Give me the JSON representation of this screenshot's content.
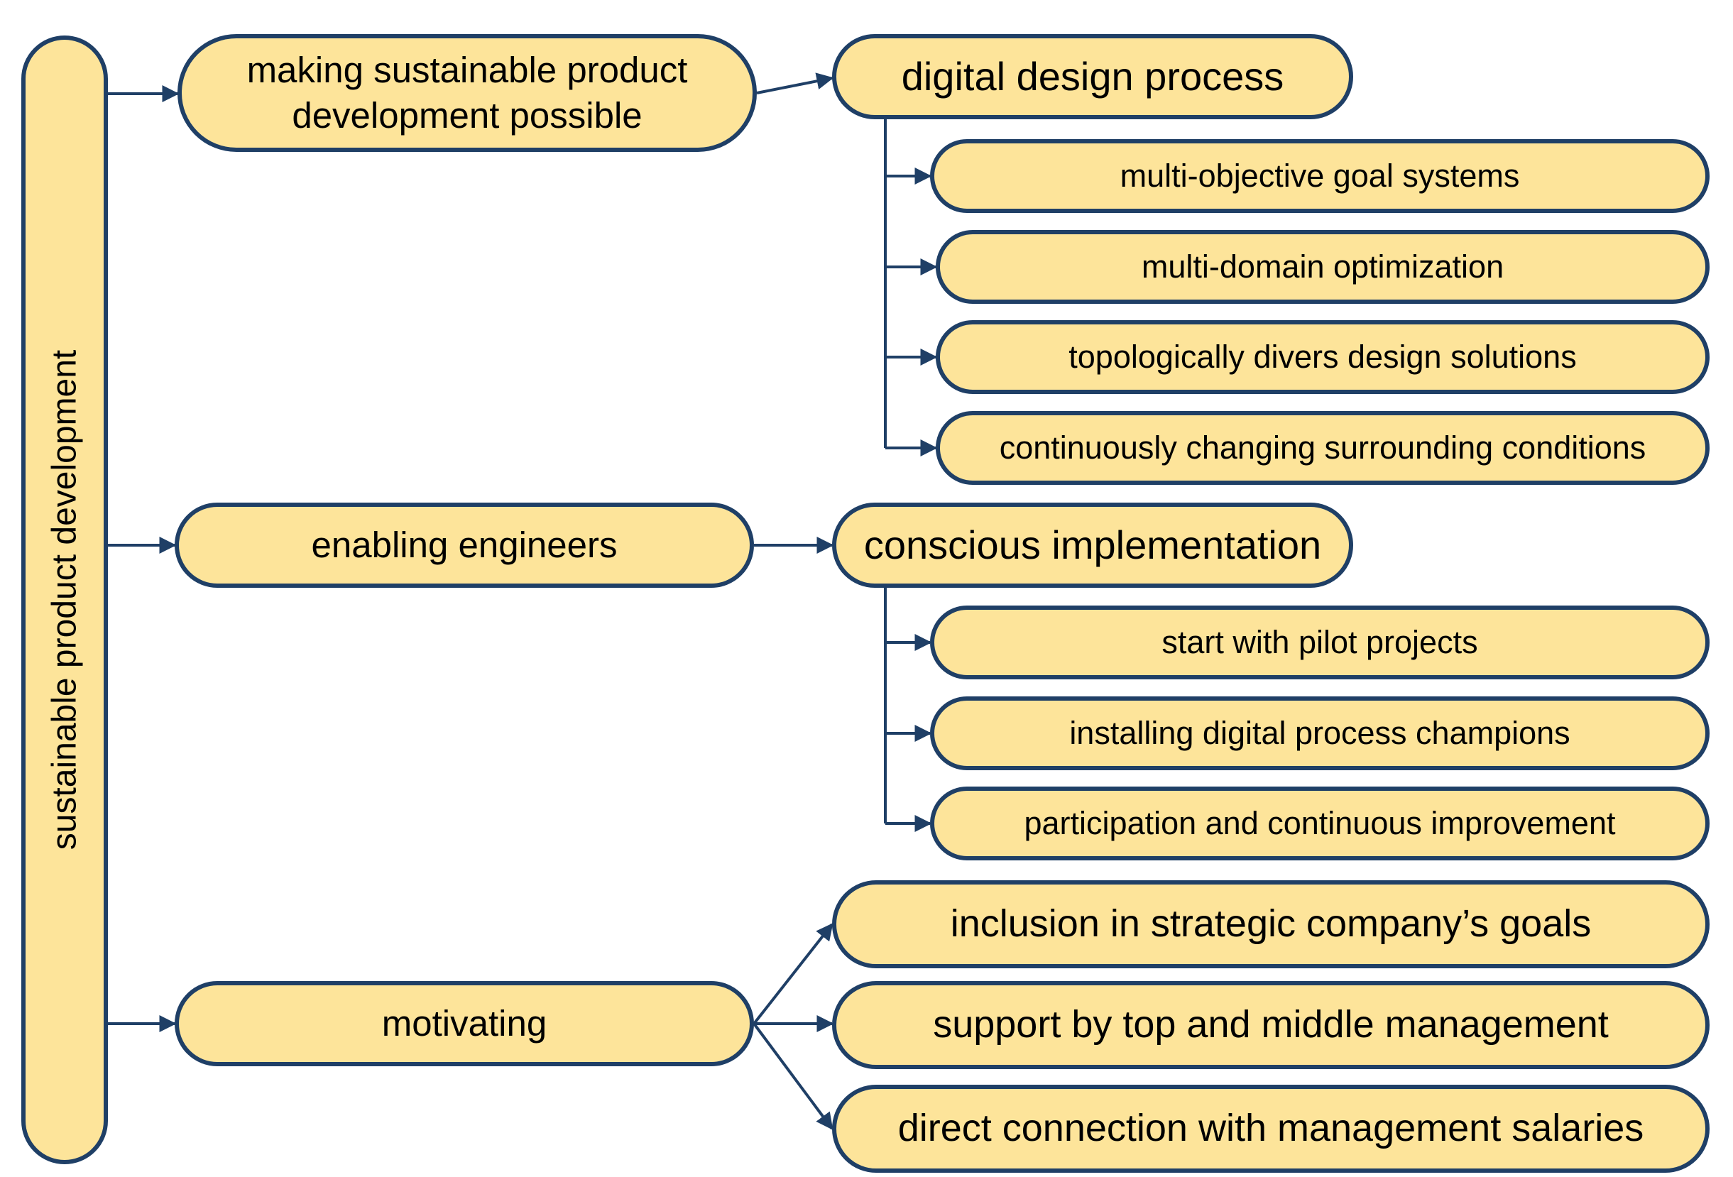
{
  "root": {
    "label": "sustainable product development"
  },
  "branches": [
    {
      "label": "making sustainable product development possible",
      "line1": "making sustainable product",
      "line2": "development possible",
      "child": "digital design process",
      "items": [
        "multi-objective goal systems",
        "multi-domain optimization",
        "topologically divers design solutions",
        "continuously changing surrounding conditions"
      ]
    },
    {
      "label": "enabling engineers",
      "child": "conscious implementation",
      "items": [
        "start with pilot projects",
        "installing digital process champions",
        "participation and continuous improvement"
      ]
    },
    {
      "label": "motivating",
      "items": [
        "inclusion in strategic company’s goals",
        "support by top and middle management",
        "direct connection with management salaries"
      ]
    }
  ],
  "colors": {
    "node_fill": "#fde49a",
    "node_border": "#1f3f66",
    "connector": "#1f3f66"
  }
}
